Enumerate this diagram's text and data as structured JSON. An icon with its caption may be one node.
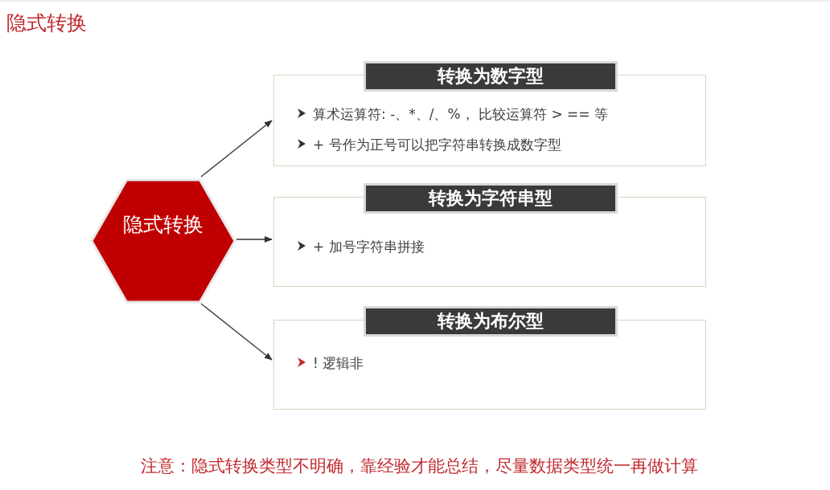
{
  "diagram": {
    "title": "隐式转换",
    "nodes": [
      {
        "text": [
          "隐式转换"
        ]
      },
      {
        "text": [
          "转换为数字型",
          "算术运算符:  -、*、/、%， 比较运算符 >   ==  等",
          "+ 号作为正号可以把字符串转换成数字型"
        ]
      },
      {
        "text": [
          "转换为字符串型",
          "+ 加号字符串拼接"
        ]
      },
      {
        "text": [
          "转换为布尔型",
          "! 逻辑非"
        ]
      }
    ],
    "edges": [
      {
        "from": 0,
        "to": 1,
        "arrow": "to"
      },
      {
        "from": 0,
        "to": 2,
        "arrow": "to"
      },
      {
        "from": 0,
        "to": 3,
        "arrow": "to"
      }
    ],
    "labels": [
      "注意：隐式转换类型不明确，靠经验才能总结，尽量数据类型统一再做计算"
    ]
  }
}
